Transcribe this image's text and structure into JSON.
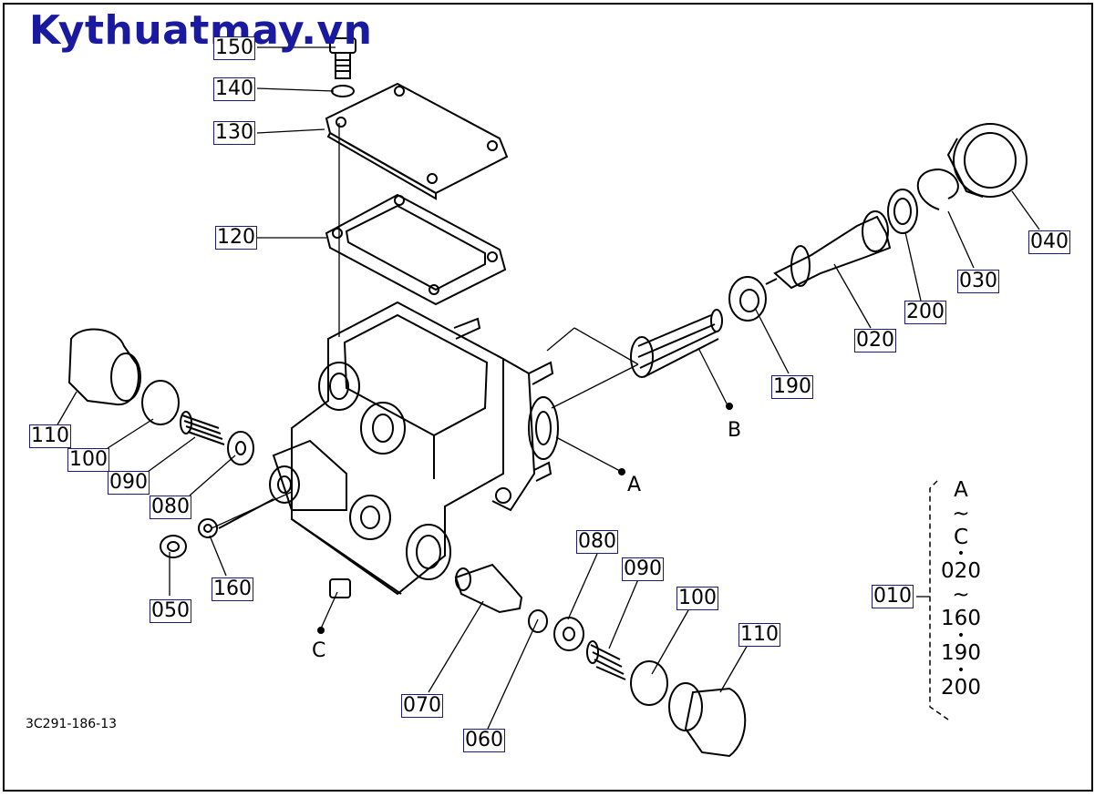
{
  "watermark": "Kythuatmay.vn",
  "diagram_code": "3C291-186-13",
  "callouts": {
    "p150": "150",
    "p140": "140",
    "p130": "130",
    "p120": "120",
    "p040": "040",
    "p030": "030",
    "p200": "200",
    "p020": "020",
    "p190": "190",
    "p110_left": "110",
    "p100_left": "100",
    "p090_left": "090",
    "p080_left": "080",
    "p050": "050",
    "p160": "160",
    "p080_right": "080",
    "p090_right": "090",
    "p100_right": "100",
    "p110_right": "110",
    "p070": "070",
    "p060": "060",
    "p010": "010"
  },
  "letters": {
    "A": "A",
    "B": "B",
    "C": "C"
  },
  "legend": [
    "A",
    "~",
    "C",
    "•",
    "020",
    "~",
    "160",
    "•",
    "190",
    "•",
    "200"
  ]
}
